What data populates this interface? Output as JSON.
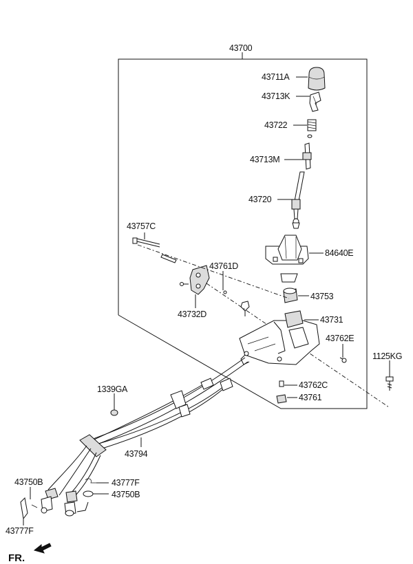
{
  "labels": {
    "assembly": "43700",
    "knob": "43711A",
    "knob_clip": "43713K",
    "spring": "43722",
    "shift_rod_clip": "43713M",
    "lever": "43720",
    "pin": "43757C",
    "boot": "84640E",
    "bracket_bolt": "43761D",
    "bracket": "43732D",
    "bushing": "43753",
    "housing": "43731",
    "screw_e": "43762E",
    "bolt": "1125KG",
    "grommet": "1339GA",
    "screw_c": "43762C",
    "nut": "43761",
    "cable": "43794",
    "washer_left": "43750B",
    "clip_right": "43777F",
    "washer_right": "43750B",
    "clip_left": "43777F",
    "front": "FR."
  }
}
